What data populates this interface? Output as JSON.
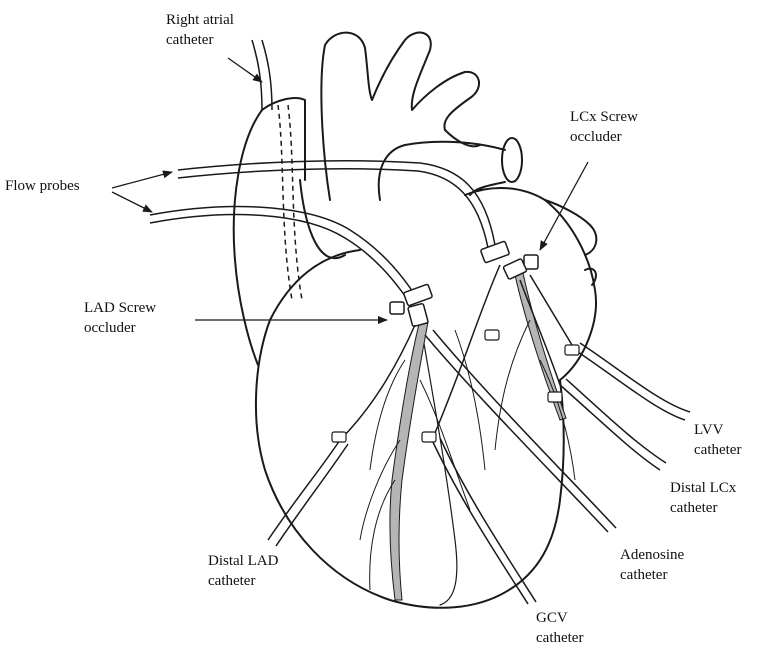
{
  "labels": {
    "right_atrial": [
      "Right  atrial",
      "catheter"
    ],
    "flow_probes": [
      "Flow probes"
    ],
    "lcx_occluder": [
      "LCx Screw",
      "occluder"
    ],
    "lad_occluder": [
      "LAD Screw",
      "occluder"
    ],
    "lvv": [
      "LVV",
      "catheter"
    ],
    "distal_lcx": [
      "Distal  LCx",
      "catheter"
    ],
    "adenosine": [
      "Adenosine",
      "catheter"
    ],
    "gcv": [
      "GCV",
      "catheter"
    ],
    "distal_lad": [
      "Distal  LAD",
      "catheter"
    ]
  },
  "colors": {
    "ink": "#1a1a1a",
    "vessel_fill": "#b5b5b5",
    "background": "#ffffff"
  }
}
